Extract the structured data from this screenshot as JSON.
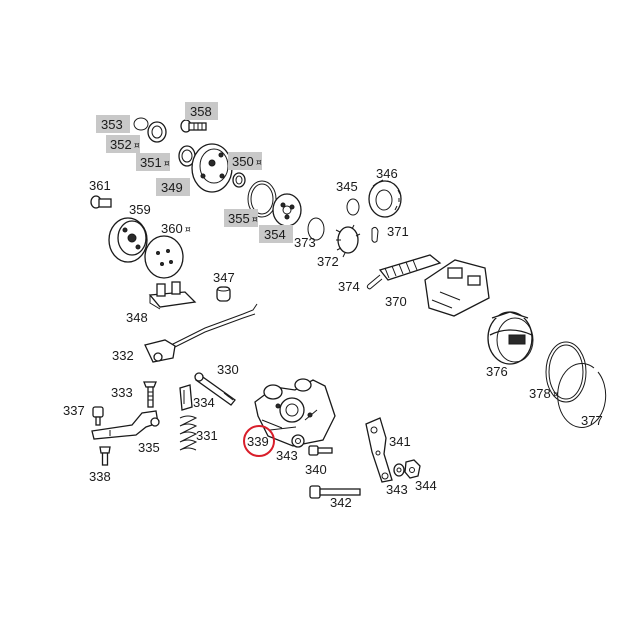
{
  "diagram": {
    "callouts": {
      "p353": "353",
      "p358": "358",
      "p352": "352",
      "p351": "351",
      "p350": "350",
      "p349": "349",
      "p361": "361",
      "p359": "359",
      "p360": "360",
      "p355": "355",
      "p354": "354",
      "p373": "373",
      "p345": "345",
      "p346": "346",
      "p371": "371",
      "p372": "372",
      "p374": "374",
      "p370": "370",
      "p347": "347",
      "p348": "348",
      "p332": "332",
      "p330": "330",
      "p333": "333",
      "p334": "334",
      "p337": "337",
      "p331": "331",
      "p335": "335",
      "p339": "339",
      "p343a": "343",
      "p340": "340",
      "p341": "341",
      "p343b": "343",
      "p344": "344",
      "p338": "338",
      "p342": "342",
      "p376": "376",
      "p378": "378",
      "p377": "377"
    },
    "marker_symbol": "¤",
    "highlight_color": "#c8c8c8",
    "selection_color": "#d91e2a",
    "selected_part": "339"
  }
}
